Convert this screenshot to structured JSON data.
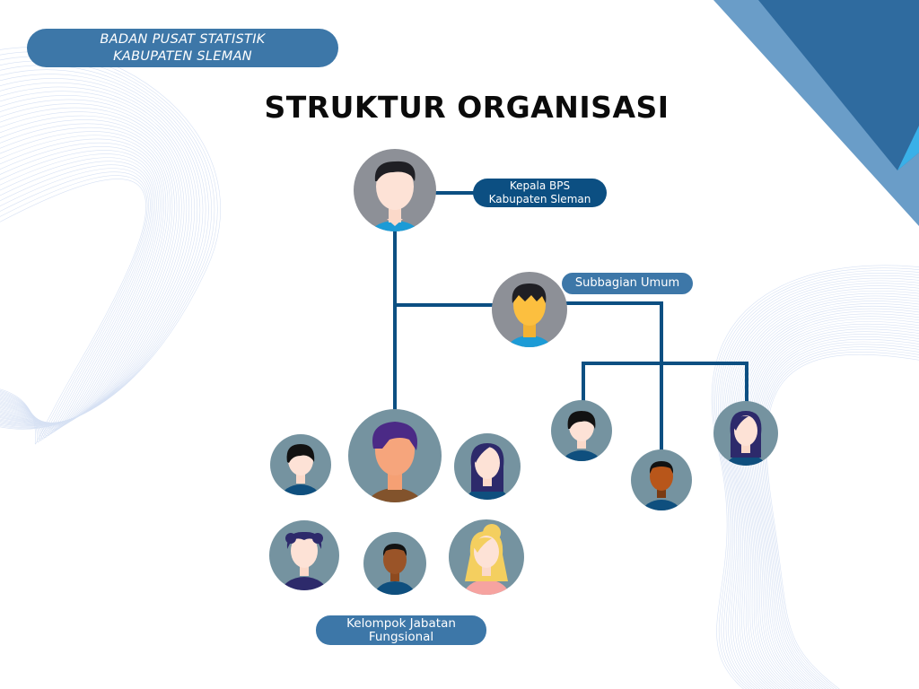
{
  "agency": {
    "line1": "BADAN PUSAT STATISTIK",
    "line2": "KABUPATEN SLEMAN"
  },
  "title": "STRUKTUR ORGANISASI",
  "head_label": {
    "line1": "Kepala BPS",
    "line2": "Kabupaten Sleman"
  },
  "subbag_label": "Subbagian Umum",
  "functional_label": {
    "line1": "Kelompok Jabatan",
    "line2": "Fungsional"
  },
  "colors": {
    "connector": "#0c4f82",
    "pill_dark": "#0c4f82",
    "pill_mid": "#3d77a8",
    "corner_dark": "#2f6b9f",
    "corner_light": "#6a9dc8",
    "corner_accent": "#3ab0e8",
    "avatar_gray": "#8d9097",
    "avatar_teal": "#7593a0"
  }
}
